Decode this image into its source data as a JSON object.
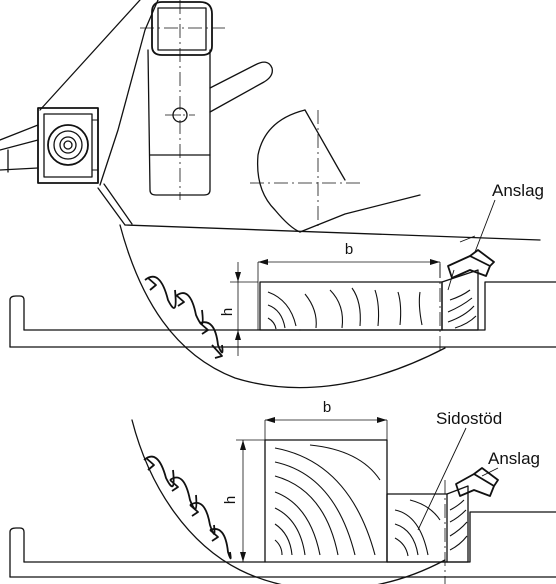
{
  "labels": {
    "stop_top": "Anslag",
    "stop_bottom": "Anslag",
    "side_support": "Sidostöd"
  },
  "dimensions": {
    "top_width": "b",
    "top_height": "h",
    "bottom_width": "b",
    "bottom_height": "h"
  }
}
